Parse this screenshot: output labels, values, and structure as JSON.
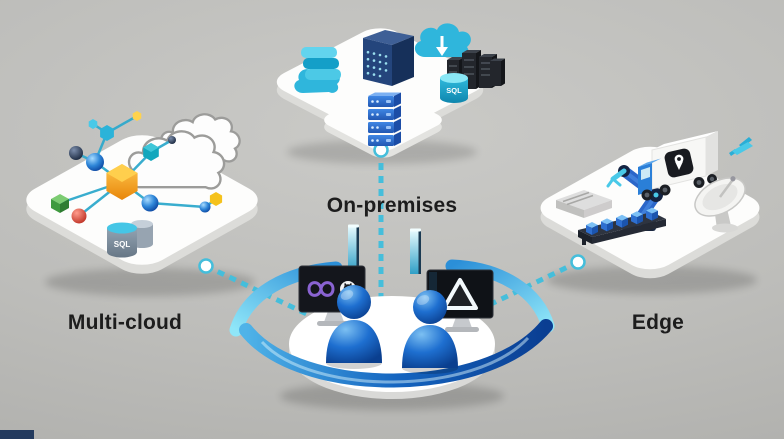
{
  "scene": {
    "description": "Isometric illustration of three environments (Multi-cloud, On-premises, Edge) connected by dashed links to a central hub with two people at developer monitors",
    "background_top": "#cacac7",
    "background_bottom": "#aeaeab",
    "accent_bar_color": "#233a5e"
  },
  "labels": {
    "multi_cloud": "Multi-cloud",
    "on_premises": "On-premises",
    "edge": "Edge",
    "sql": "SQL"
  },
  "colors": {
    "connector_dash": "#45bedb",
    "platform": "#fdfdfc",
    "arc_light": "#8fe6f8",
    "arc_mid": "#1565c0",
    "arc_dark": "#0a3e92",
    "person_blue": "#1e6fd0",
    "visual_studio_purple": "#8a63d2"
  },
  "platforms": [
    {
      "id": "multi-cloud",
      "label_key": "multi_cloud",
      "icons": [
        "network-molecule-icon",
        "cloud-icon",
        "sql-database-icon"
      ]
    },
    {
      "id": "on-premises",
      "label_key": "on_premises",
      "icons": [
        "storage-stack-icon",
        "server-cabinet-icon",
        "cloud-download-icon",
        "server-rack-group-icon",
        "sql-database-icon",
        "server-tower-icon"
      ]
    },
    {
      "id": "edge",
      "label_key": "edge",
      "icons": [
        "delivery-truck-icon",
        "drone-icon",
        "satellite-dish-icon",
        "robot-arm-icon",
        "edge-server-icon",
        "conveyor-icon"
      ]
    }
  ],
  "center_hub": {
    "icons": [
      "glass-panel-icon",
      "monitor-visual-studio-github-icon",
      "monitor-triangle-logo-icon",
      "person-figure-left",
      "person-figure-right",
      "swoosh-arc"
    ]
  }
}
